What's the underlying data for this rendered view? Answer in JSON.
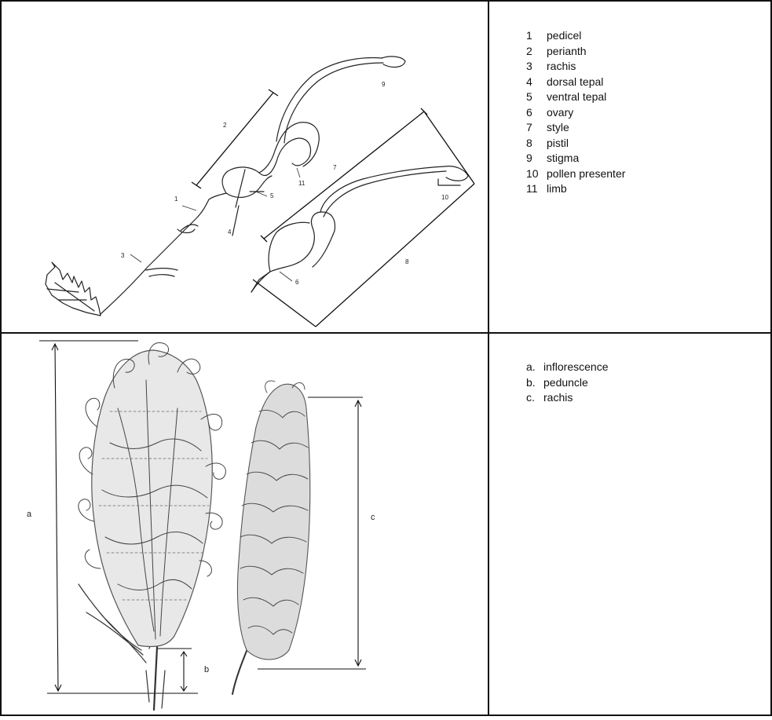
{
  "flower_legend": [
    {
      "num": "1",
      "label": "pedicel"
    },
    {
      "num": "2",
      "label": "perianth"
    },
    {
      "num": "3",
      "label": "rachis"
    },
    {
      "num": "4",
      "label": "dorsal tepal"
    },
    {
      "num": "5",
      "label": "ventral tepal"
    },
    {
      "num": "6",
      "label": "ovary"
    },
    {
      "num": "7",
      "label": "style"
    },
    {
      "num": "8",
      "label": "pistil"
    },
    {
      "num": "9",
      "label": "stigma"
    },
    {
      "num": "10",
      "label": "pollen presenter"
    },
    {
      "num": "11",
      "label": "limb"
    }
  ],
  "inflorescence_legend": [
    {
      "num": "a.",
      "label": "inflorescence"
    },
    {
      "num": "b.",
      "label": "peduncle"
    },
    {
      "num": "c.",
      "label": "rachis"
    }
  ],
  "flower_callouts": [
    "1",
    "2",
    "3",
    "4",
    "5",
    "6",
    "7",
    "8",
    "9",
    "10",
    "11"
  ],
  "inflorescence_callouts": [
    "a",
    "b",
    "c"
  ]
}
